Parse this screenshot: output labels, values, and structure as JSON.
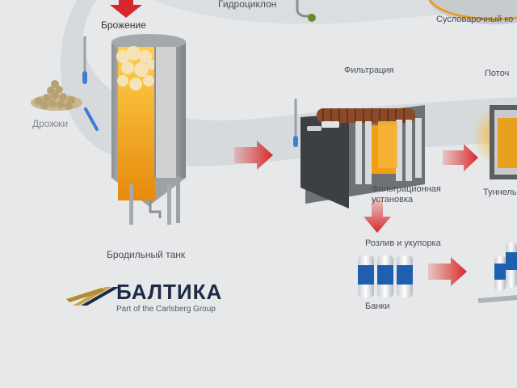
{
  "labels": {
    "hydrocyclone": "Гидроциклон",
    "wort_kettle": "Сусловарочный ко",
    "fermentation": "Брожение",
    "yeast": "Дрожжи",
    "filtration": "Фильтрация",
    "flow": "Поточ",
    "filter_unit": "Фильтрационная\nустановка",
    "tunnel": "Туннель",
    "fermentation_tank": "Бродильный танк",
    "bottling": "Розлив и укупорка",
    "cans": "Банки"
  },
  "brand": {
    "name": "БАЛТИКА",
    "tagline": "Part of the Carlsberg Group"
  },
  "colors": {
    "wall": "#e6e8ea",
    "pipe": "#bfc2c5",
    "arrow_red": "#d8262b",
    "beer": "#f0a818",
    "tank_steel": "#b9bcbf",
    "can_blue": "#1f5fb0",
    "brand_dark": "#1c2a44"
  }
}
